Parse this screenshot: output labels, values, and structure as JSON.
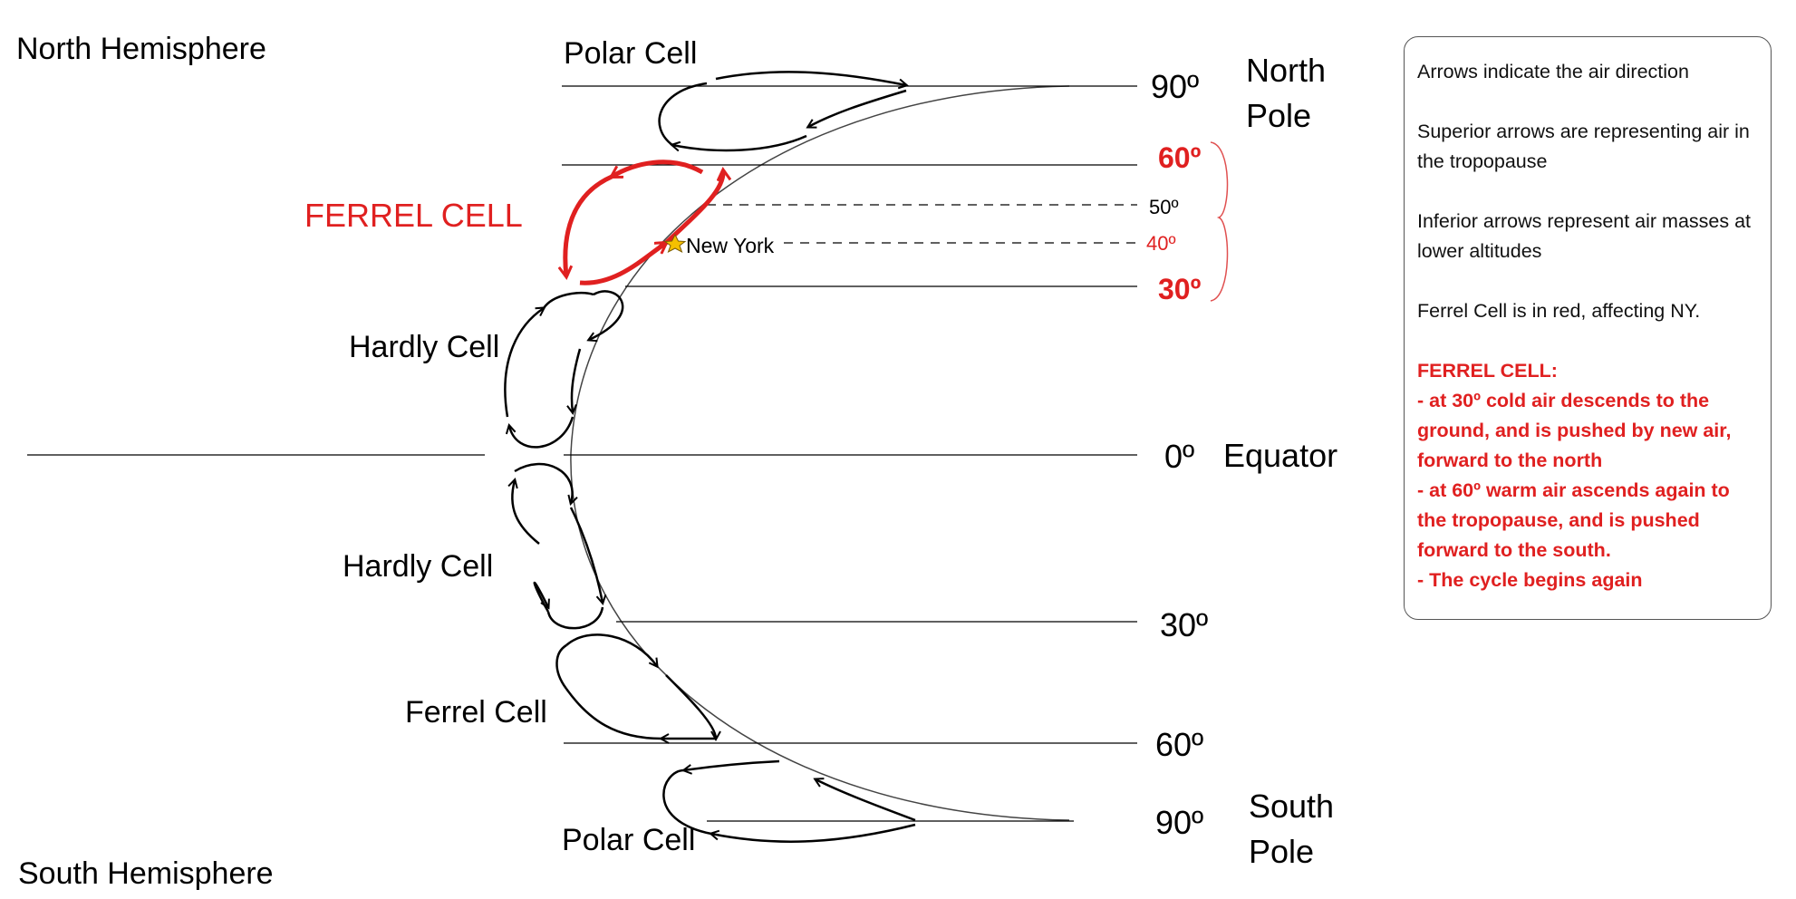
{
  "hemispheres": {
    "north": "North Hemisphere",
    "south": "South Hemisphere"
  },
  "poles": {
    "north": [
      "North",
      "Pole"
    ],
    "south": [
      "South",
      "Pole"
    ]
  },
  "equator": "Equator",
  "latitudes": {
    "n90": "90º",
    "n60": "60º",
    "n50": "50º",
    "n40": "40º",
    "n30": "30º",
    "eq": "0º",
    "s30": "30º",
    "s60": "60º",
    "s90": "90º"
  },
  "cells": {
    "north_polar": "Polar Cell",
    "north_ferrel": "FERREL CELL",
    "north_hadley": "Hardly Cell",
    "south_hadley": "Hardly Cell",
    "south_ferrel": "Ferrel Cell",
    "south_polar": "Polar Cell"
  },
  "marker": {
    "label": "New York",
    "icon": "star-icon"
  },
  "notes": {
    "lines": [
      "Arrows indicate the air direction",
      "Superior arrows are representing air in the tropopause",
      "Inferior arrows represent air masses at lower altitudes",
      "Ferrel Cell is in red, affecting NY."
    ],
    "ferrel_title": "FERREL CELL:",
    "ferrel_lines": [
      "- at 30º cold air descends to the ground, and is pushed by new air, forward to the north",
      "- at 60º warm air ascends again to the tropopause, and is pushed forward to the south.",
      "- The cycle begins again"
    ]
  },
  "colors": {
    "ferrel_red": "#e02020",
    "line": "#000000"
  }
}
